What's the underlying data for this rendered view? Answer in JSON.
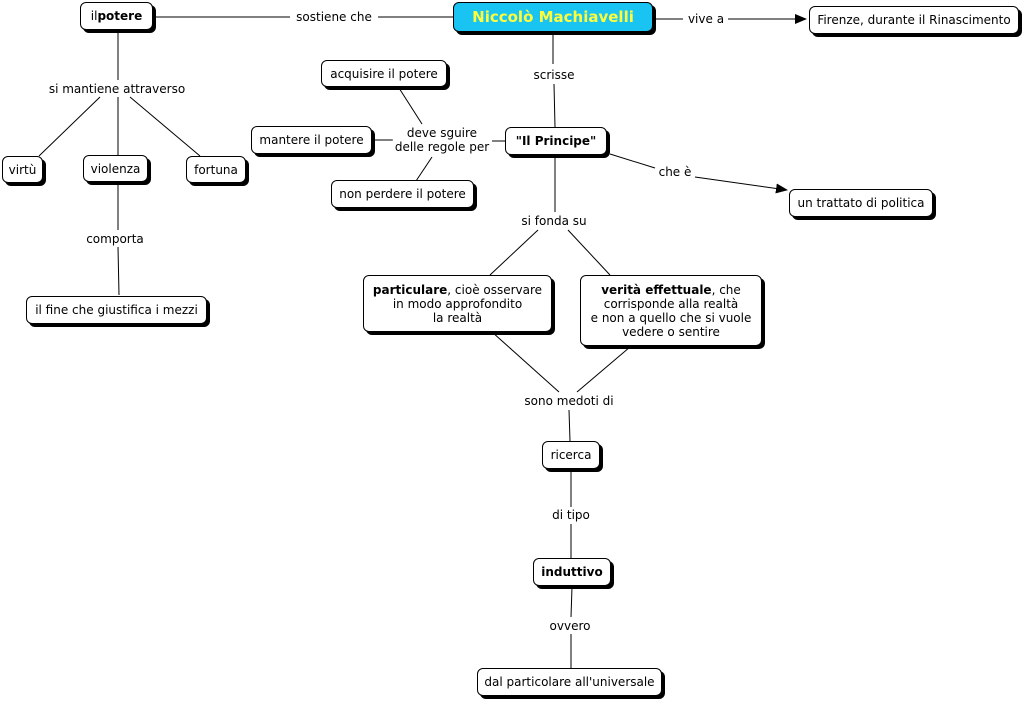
{
  "nodes": {
    "machiavelli": "Niccolò Machiavelli",
    "potere_prefix": "il ",
    "potere_bold": "potere",
    "firenze": "Firenze, durante il Rinascimento",
    "acquisire": "acquisire il potere",
    "mantere": "mantere il potere",
    "non_perdere": "non perdere il potere",
    "principe": "\"Il Principe\"",
    "trattato": "un trattato di politica",
    "virtu": "virtù",
    "violenza": "violenza",
    "fortuna": "fortuna",
    "fine": "il fine che giustifica i mezzi",
    "particulare_bold": "particulare",
    "particulare_rest1": ", cioè osservare",
    "particulare_rest2": "in modo approfondito",
    "particulare_rest3": "la realtà",
    "verita_bold": "verità effettuale",
    "verita_rest1": ", che",
    "verita_rest2": "corrisponde alla realtà",
    "verita_rest3": "e non a quello che si vuole",
    "verita_rest4": "vedere o sentire",
    "ricerca": "ricerca",
    "induttivo": "induttivo",
    "universale": "dal particolare all'universale"
  },
  "links": {
    "sostiene": "sostiene che",
    "vive": "vive a",
    "scrisse": "scrisse",
    "mantiene": "si mantiene attraverso",
    "deve_line1": "deve sguire",
    "deve_line2": "delle regole per",
    "che_e": "che è",
    "comporta": "comporta",
    "si_fonda": "si fonda su",
    "sono_metodi": "sono medoti di",
    "di_tipo": "di tipo",
    "ovvero": "ovvero"
  },
  "colors": {
    "main_fill": "#19c3f2",
    "main_text": "#ffff3c"
  }
}
